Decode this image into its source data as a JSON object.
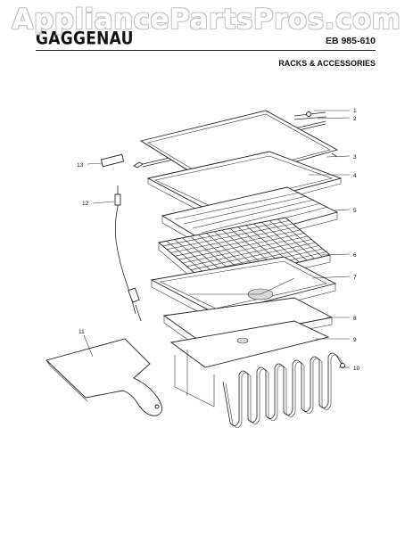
{
  "watermark": "AppliancePartsPros.com",
  "header": {
    "brand": "GAGGENAU",
    "model": "EB 985-610",
    "section": "RACKS & ACCESSORIES"
  },
  "callouts": [
    "1",
    "2",
    "3",
    "4",
    "5",
    "6",
    "7",
    "8",
    "9",
    "10",
    "11",
    "12",
    "13"
  ]
}
